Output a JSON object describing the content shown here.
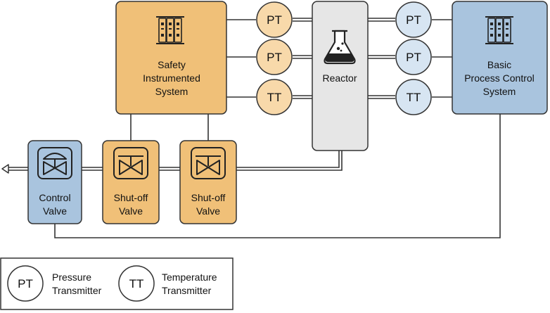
{
  "colors": {
    "sis": "#f0c078",
    "bpcs": "#a9c4de",
    "reactor": "#e6e6e6",
    "sis_instrument": "#f8d9aa",
    "bpcs_instrument": "#d7e5f2",
    "line": "#333333"
  },
  "sis": {
    "line1": "Safety",
    "line2": "Instrumented",
    "line3": "System",
    "icon": "server-rack-icon"
  },
  "bpcs": {
    "line1": "Basic",
    "line2": "Process Control",
    "line3": "System",
    "icon": "server-rack-icon"
  },
  "reactor": {
    "label": "Reactor",
    "icon": "flask-icon"
  },
  "sis_instruments": [
    "PT",
    "PT",
    "TT"
  ],
  "bpcs_instruments": [
    "PT",
    "PT",
    "TT"
  ],
  "valves": {
    "control": {
      "line1": "Control",
      "line2": "Valve",
      "icon": "control-valve-icon"
    },
    "shutoff1": {
      "line1": "Shut-off",
      "line2": "Valve",
      "icon": "shutoff-valve-icon"
    },
    "shutoff2": {
      "line1": "Shut-off",
      "line2": "Valve",
      "icon": "shutoff-valve-icon"
    }
  },
  "legend": {
    "pt_symbol": "PT",
    "pt_line1": "Pressure",
    "pt_line2": "Transmitter",
    "tt_symbol": "TT",
    "tt_line1": "Temperature",
    "tt_line2": "Transmitter"
  }
}
